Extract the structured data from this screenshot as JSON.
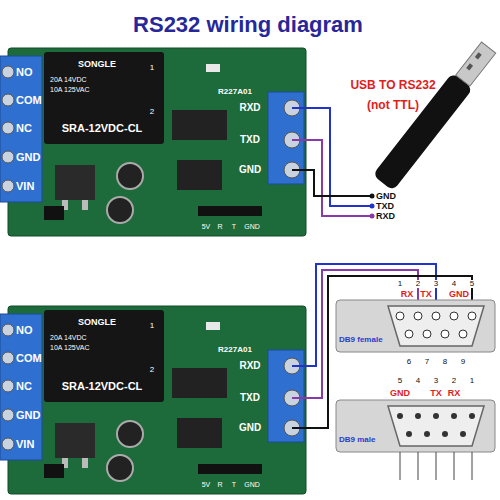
{
  "diagram": {
    "title": "RS232 wiring diagram",
    "labels": [
      "NO",
      "COM",
      "NC",
      "GND",
      "VIN",
      "SONGLE",
      "20A 14VDC",
      "10A 125VAC",
      "SRA-12VDC-CL",
      "1",
      "2",
      "R227A01",
      "RXD",
      "TXD",
      "GND",
      "5V",
      "R",
      "T",
      "GND",
      "USB TO RS232",
      "(not TTL)",
      "GND",
      "TXD",
      "RXD",
      "NO",
      "COM",
      "NC",
      "GND",
      "VIN",
      "SONGLE",
      "20A 14VDC",
      "10A 125VAC",
      "SRA-12VDC-CL",
      "1",
      "2",
      "R227A01",
      "RXD",
      "TXD",
      "GND",
      "5V",
      "R",
      "T",
      "GND",
      "1",
      "2",
      "3",
      "4",
      "5",
      "RX",
      "TX",
      "GND",
      "DB9 female",
      "6",
      "7",
      "8",
      "9",
      "5",
      "4",
      "3",
      "2",
      "1",
      "GND",
      "TX",
      "RX",
      "DB9 male"
    ]
  }
}
